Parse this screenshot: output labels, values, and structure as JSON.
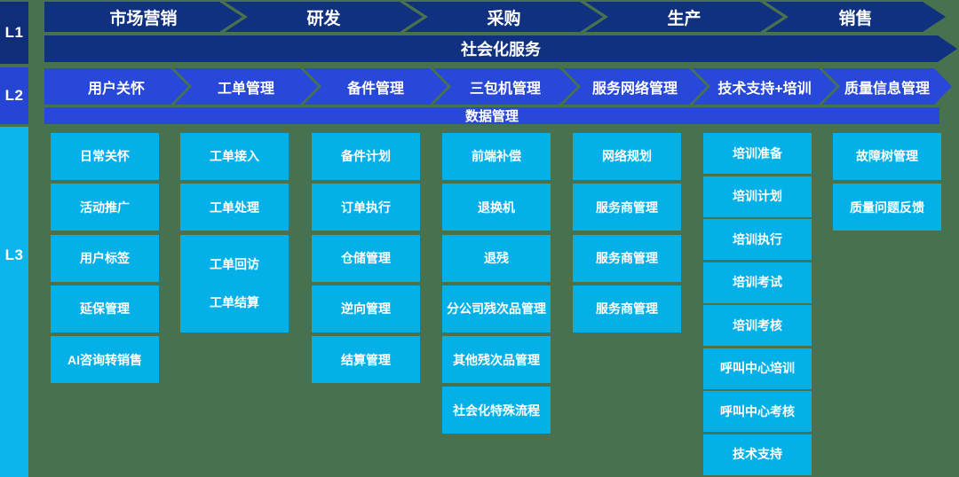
{
  "palette": {
    "background": "#47714F",
    "l1_navy": "#103180",
    "l2_blue": "#2848DA",
    "l3_cyan_bar": "#0CB5EB",
    "l3_cyan_box": "#03B0E7",
    "text": "#FFFFFF"
  },
  "rail": {
    "l1": "L1",
    "l2": "L2",
    "l3": "L3"
  },
  "l1": {
    "stages": [
      "市场营销",
      "研发",
      "采购",
      "生产",
      "销售"
    ],
    "band": "社会化服务"
  },
  "l2": {
    "stages": [
      "用户关怀",
      "工单管理",
      "备件管理",
      "三包机管理",
      "服务网络管理",
      "技术支持+培训",
      "质量信息管理"
    ],
    "band": "数据管理"
  },
  "l3": {
    "columns": [
      {
        "items": [
          "日常关怀",
          "活动推广",
          "用户标签",
          "延保管理",
          "AI咨询转销售"
        ]
      },
      {
        "items": [
          "工单接入",
          "工单处理",
          "工单回访",
          "工单结算"
        ]
      },
      {
        "items": [
          "备件计划",
          "订单执行",
          "仓储管理",
          "逆向管理",
          "结算管理"
        ]
      },
      {
        "items": [
          "前端补偿",
          "退换机",
          "退残",
          "分公司残次品管理",
          "其他残次品管理",
          "社会化特殊流程"
        ]
      },
      {
        "items": [
          "网络规划",
          "服务商管理",
          "服务商管理",
          "服务商管理"
        ]
      },
      {
        "items": [
          "培训准备",
          "培训计划",
          "培训执行",
          "培训考试",
          "培训考核",
          "呼叫中心培训",
          "呼叫中心考核",
          "技术支持"
        ]
      },
      {
        "items": [
          "故障树管理",
          "质量问题反馈"
        ]
      }
    ]
  }
}
